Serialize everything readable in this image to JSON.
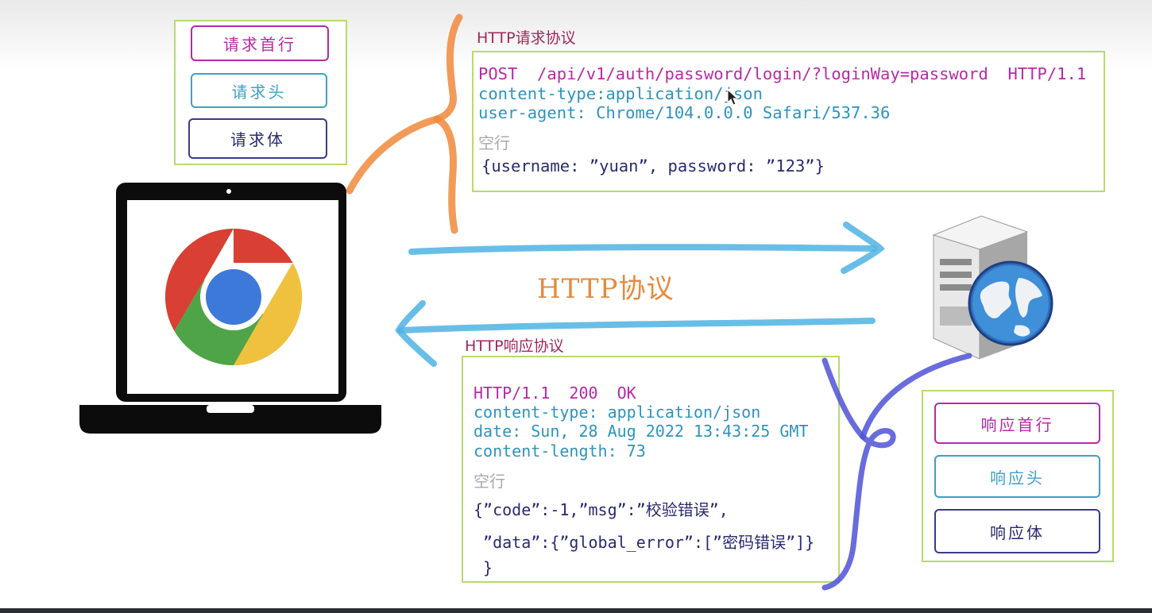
{
  "request_legend": {
    "line": "请求首行",
    "headers": "请求头",
    "body": "请求体"
  },
  "response_legend": {
    "line": "响应首行",
    "headers": "响应头",
    "body": "响应体"
  },
  "request": {
    "title": "HTTP请求协议",
    "line": "POST  /api/v1/auth/password/login/?loginWay=password  HTTP/1.1",
    "header1": "content-type:application/json",
    "header2": "user-agent: Chrome/104.0.0.0 Safari/537.36",
    "blank": "空行",
    "body": "{username: ”yuan”, password: ”123”}"
  },
  "center_label": "HTTP协议",
  "response": {
    "title": "HTTP响应协议",
    "line": "HTTP/1.1  200  OK",
    "header1": "content-type: application/json",
    "header2": "date: Sun, 28 Aug 2022 13:43:25 GMT",
    "header3": "content-length: 73",
    "blank": "空行",
    "body1": "{”code”:-1,”msg”:”校验错误”,",
    "body2": " ”data”:{”global_error”:[”密码错误”]}",
    "body3": " }"
  },
  "colors": {
    "legend_border": "#b6dc6a",
    "line_color": "#b62aa6",
    "headers_color": "#2f93bc",
    "body_color": "#2a2a70",
    "title_color": "#a0285a",
    "brace_request": "#f08a3c",
    "brace_response": "#4f52d6",
    "arrow": "#4fb3e3"
  },
  "icons": [
    "laptop-icon",
    "chrome-icon",
    "server-icon",
    "globe-icon",
    "cursor-icon"
  ]
}
